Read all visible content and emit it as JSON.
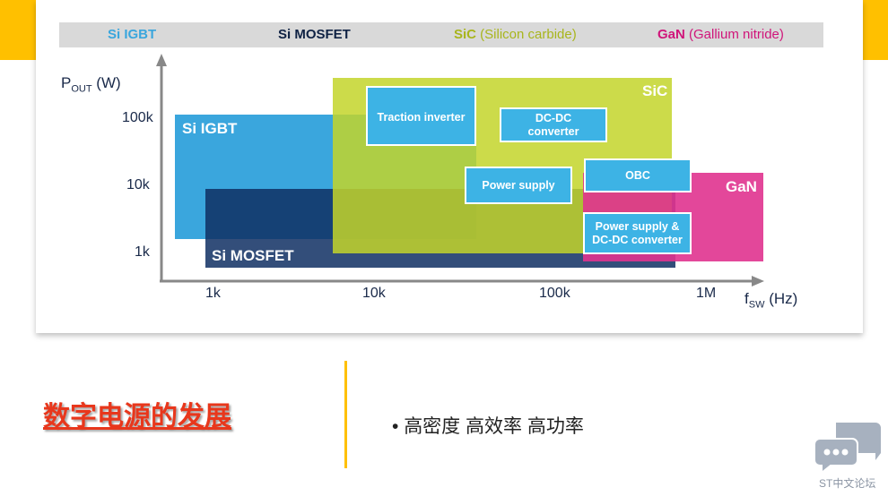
{
  "header": {
    "igbt": "Si IGBT",
    "mosfet": "Si MOSFET",
    "sic_bold": "SiC",
    "sic_rest": " (Silicon carbide)",
    "gan_bold": "GaN",
    "gan_rest": " (Gallium nitride)"
  },
  "axes": {
    "y_label": "P",
    "y_sub": "OUT",
    "y_unit": " (W)",
    "x_label": "f",
    "x_sub": "SW",
    "x_unit": " (Hz)",
    "y_ticks": [
      "100k",
      "10k",
      "1k"
    ],
    "x_ticks": [
      "1k",
      "10k",
      "100k",
      "1M"
    ]
  },
  "regions": {
    "igbt": "Si IGBT",
    "mosfet": "Si MOSFET",
    "sic": "SiC",
    "gan": "GaN"
  },
  "applications": [
    "Traction inverter",
    "DC-DC converter",
    "Power supply",
    "OBC",
    "Power supply & DC-DC converter"
  ],
  "colors": {
    "igbt": "#3aa6dd",
    "mosfet": "#0f2f63",
    "sic": "#c3d52a",
    "gan": "#e0338f",
    "accent": "#ffc000",
    "title": "#e8371c"
  },
  "bottom": {
    "title": "数字电源的发展",
    "bullet": "高密度 高效率  高功率"
  },
  "watermark": "ST中文论坛"
}
